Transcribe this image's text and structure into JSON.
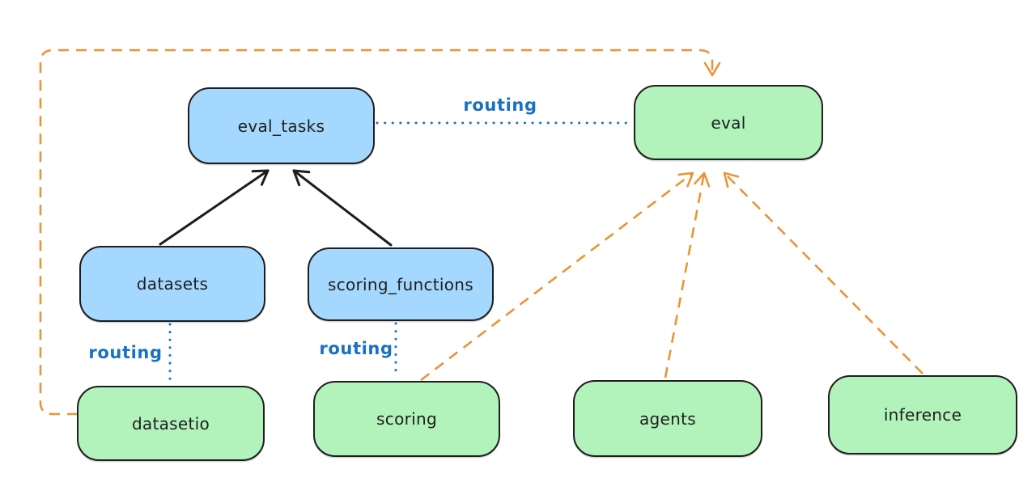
{
  "diagram": {
    "background": "#ffffff",
    "colors": {
      "api_fill": "#a5d8ff",
      "provider_fill": "#b2f2bb",
      "node_stroke": "#1e1e1e",
      "routing_line": "#1971c2",
      "provider_dash_line": "#e99436",
      "dependency_line": "#1e1e1e"
    },
    "nodes": {
      "eval_tasks": {
        "label": "eval_tasks",
        "kind": "api"
      },
      "eval": {
        "label": "eval",
        "kind": "provider"
      },
      "datasets": {
        "label": "datasets",
        "kind": "api"
      },
      "scoring_functions": {
        "label": "scoring_functions",
        "kind": "api"
      },
      "datasetio": {
        "label": "datasetio",
        "kind": "provider"
      },
      "scoring": {
        "label": "scoring",
        "kind": "provider"
      },
      "agents": {
        "label": "agents",
        "kind": "provider"
      },
      "inference": {
        "label": "inference",
        "kind": "provider"
      }
    },
    "edge_labels": {
      "routing_eval_tasks_eval": "routing",
      "routing_datasets_datasetio": "routing",
      "routing_scoring_functions_scoring": "routing"
    },
    "edges": [
      {
        "from": "datasets",
        "to": "eval_tasks",
        "style": "solid",
        "arrow": true,
        "color": "black"
      },
      {
        "from": "scoring_functions",
        "to": "eval_tasks",
        "style": "solid",
        "arrow": true,
        "color": "black"
      },
      {
        "from": "eval_tasks",
        "to": "eval",
        "style": "dotted",
        "arrow": false,
        "color": "blue",
        "label": "routing"
      },
      {
        "from": "datasets",
        "to": "datasetio",
        "style": "dotted",
        "arrow": false,
        "color": "blue",
        "label": "routing"
      },
      {
        "from": "scoring_functions",
        "to": "scoring",
        "style": "dotted",
        "arrow": false,
        "color": "blue",
        "label": "routing"
      },
      {
        "from": "datasetio",
        "to": "eval",
        "style": "dashed",
        "arrow": true,
        "color": "orange"
      },
      {
        "from": "scoring",
        "to": "eval",
        "style": "dashed",
        "arrow": true,
        "color": "orange"
      },
      {
        "from": "agents",
        "to": "eval",
        "style": "dashed",
        "arrow": true,
        "color": "orange"
      },
      {
        "from": "inference",
        "to": "eval",
        "style": "dashed",
        "arrow": true,
        "color": "orange"
      }
    ]
  }
}
